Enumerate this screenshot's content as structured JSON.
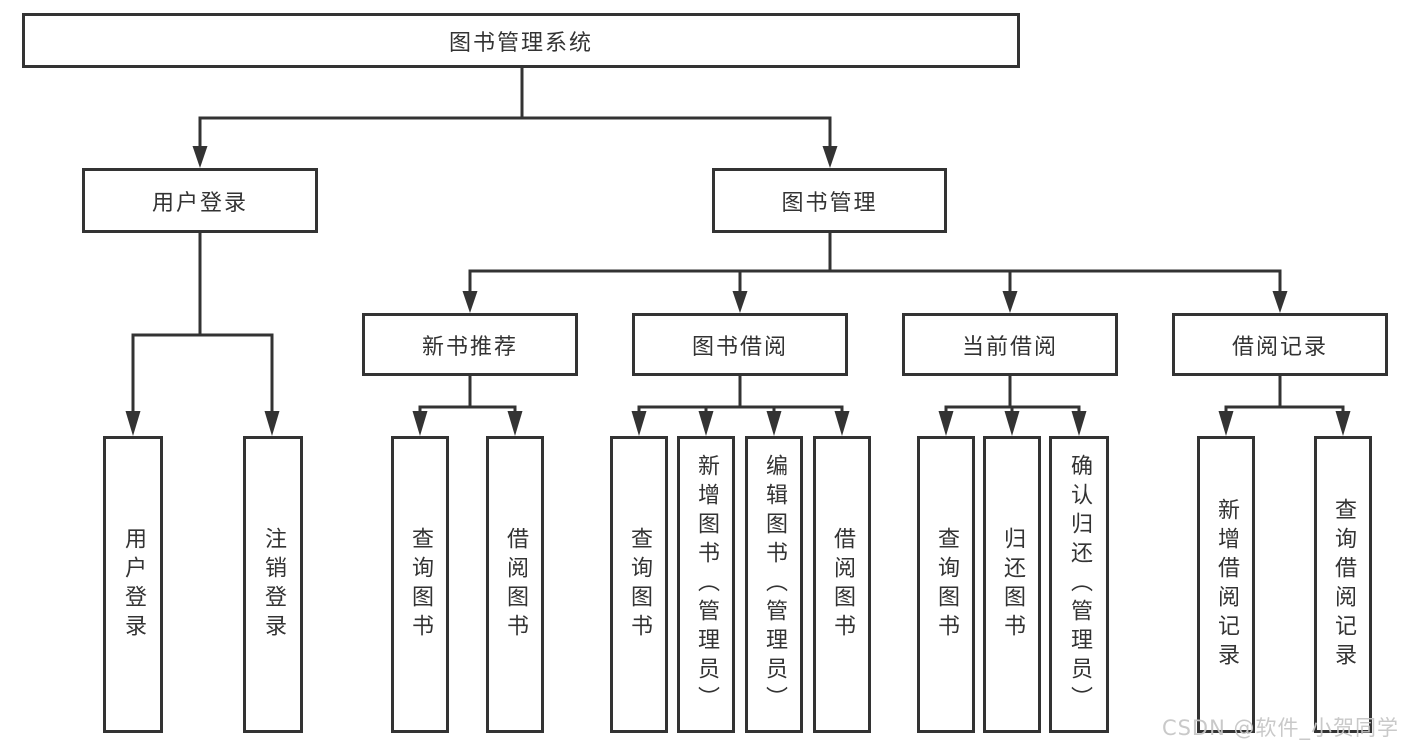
{
  "diagram": {
    "tree": {
      "label": "图书管理系统",
      "children": [
        {
          "label": "用户登录",
          "children": [
            {
              "label": "用户登录"
            },
            {
              "label": "注销登录"
            }
          ]
        },
        {
          "label": "图书管理",
          "children": [
            {
              "label": "新书推荐",
              "children": [
                {
                  "label": "查询图书"
                },
                {
                  "label": "借阅图书"
                }
              ]
            },
            {
              "label": "图书借阅",
              "children": [
                {
                  "label": "查询图书"
                },
                {
                  "label": "新增图书（管理员）"
                },
                {
                  "label": "编辑图书（管理员）"
                },
                {
                  "label": "借阅图书"
                }
              ]
            },
            {
              "label": "当前借阅",
              "children": [
                {
                  "label": "查询图书"
                },
                {
                  "label": "归还图书"
                },
                {
                  "label": "确认归还（管理员）"
                }
              ]
            },
            {
              "label": "借阅记录",
              "children": [
                {
                  "label": "新增借阅记录"
                },
                {
                  "label": "查询借阅记录"
                }
              ]
            }
          ]
        }
      ]
    },
    "colors": {
      "line": "#333333",
      "box_border": "#333333",
      "box_fill": "#ffffff",
      "text": "#333333",
      "watermark": "#c6c6c6"
    }
  },
  "watermark": {
    "text": "CSDN @软件_小贺同学"
  }
}
